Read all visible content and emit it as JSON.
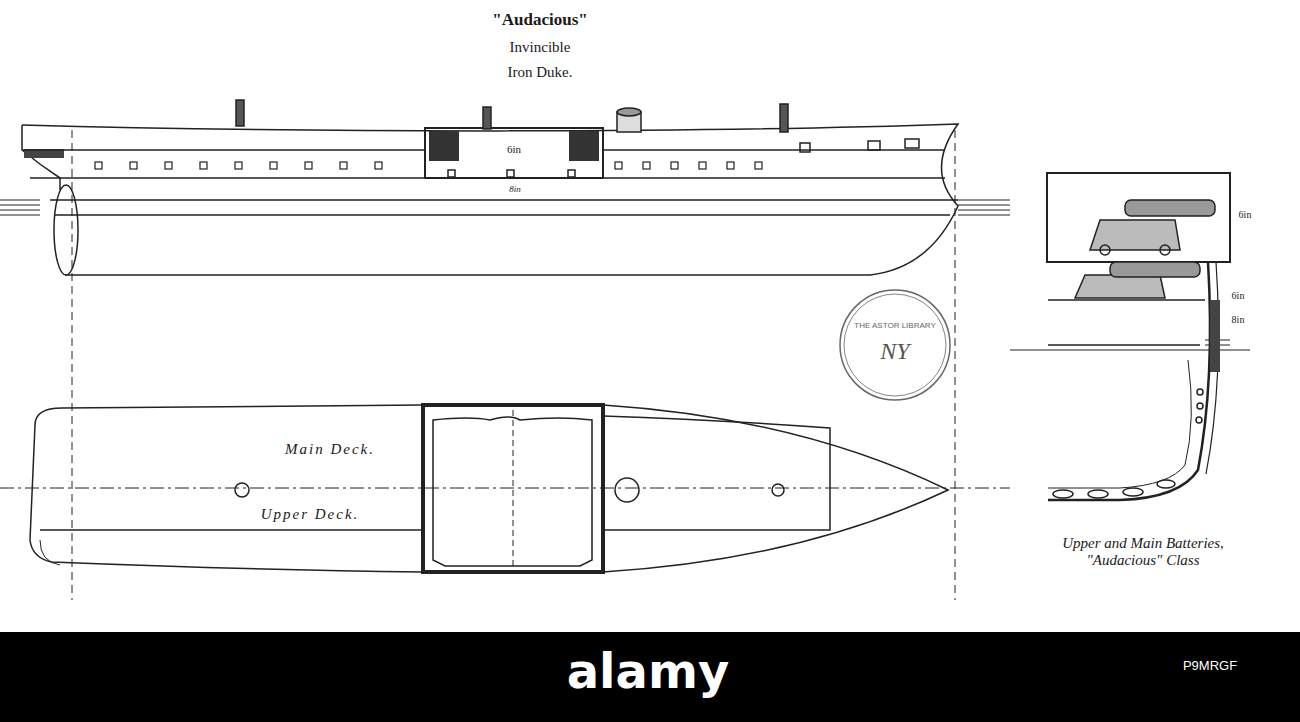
{
  "diagram": {
    "title": "\"Audacious\"",
    "caption": "Upper and Main Batteries, \"Audacious\" Class",
    "labels": [
      "Invincible",
      "Iron Duke.",
      "6in",
      "8in",
      "Main Deck.",
      "Upper Deck.",
      "THE ASTOR LIBRARY",
      "NY",
      "6in",
      "6in",
      "8in",
      "alamy",
      "P9MRGF"
    ]
  }
}
